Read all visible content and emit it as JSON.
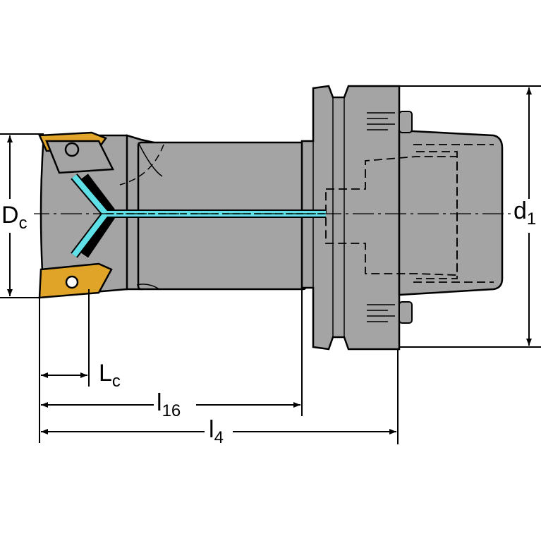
{
  "colors": {
    "body": "#a4a4a4",
    "body_dark": "#8c8c8c",
    "outline": "#000000",
    "coolant": "#5fe0e6",
    "insert": "#e0a528",
    "background": "#ffffff"
  },
  "labels": {
    "dc": {
      "main": "D",
      "sub": "c"
    },
    "d1": {
      "main": "d",
      "sub": "1"
    },
    "lc": {
      "main": "L",
      "sub": "c"
    },
    "l16": {
      "main": "l",
      "sub": "16"
    },
    "l4": {
      "main": "l",
      "sub": "4"
    }
  }
}
